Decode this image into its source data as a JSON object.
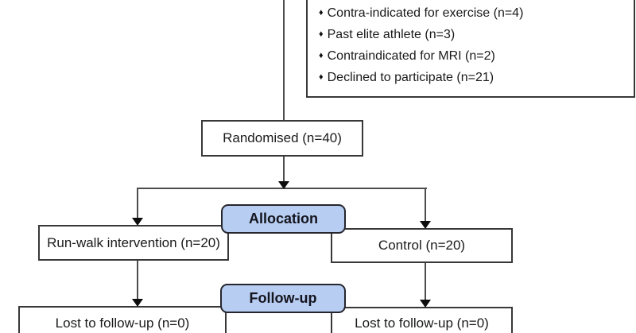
{
  "exclusions_box": {
    "bullet": "♦",
    "items": [
      "Contra-indicated for exercise (n=4)",
      "Past elite athlete (n=3)",
      "Contraindicated for MRI (n=2)",
      "Declined to participate (n=21)"
    ]
  },
  "randomised_box": {
    "label": "Randomised (n=40)"
  },
  "allocation_banner": {
    "label": "Allocation"
  },
  "followup_banner": {
    "label": "Follow-up"
  },
  "intervention_box": {
    "label": "Run-walk intervention (n=20)"
  },
  "control_box": {
    "label": "Control (n=20)"
  },
  "intervention_lost_box": {
    "label": "Lost to follow-up (n=0)"
  },
  "control_lost_box": {
    "label": "Lost to follow-up (n=0)"
  },
  "colors": {
    "banner_fill": "#b7cdf1",
    "banner_border": "#26262e",
    "box_border": "#383838",
    "line": "#4d4d4d",
    "text": "#1a1a1a"
  }
}
